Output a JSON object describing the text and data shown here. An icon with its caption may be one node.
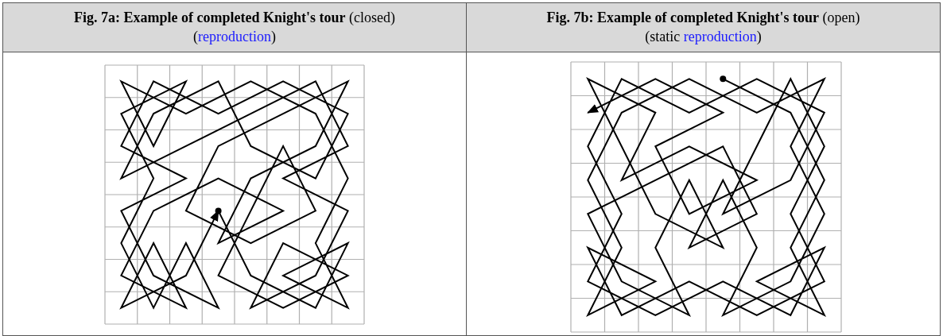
{
  "diagram": {
    "labels": [
      "**Fig. 7a: Example of completed Knight's tour** (closed)",
      "(reproduction)",
      "**Fig. 7b: Example of completed Knight's tour** (open)",
      "(static reproduction)"
    ]
  }
}
